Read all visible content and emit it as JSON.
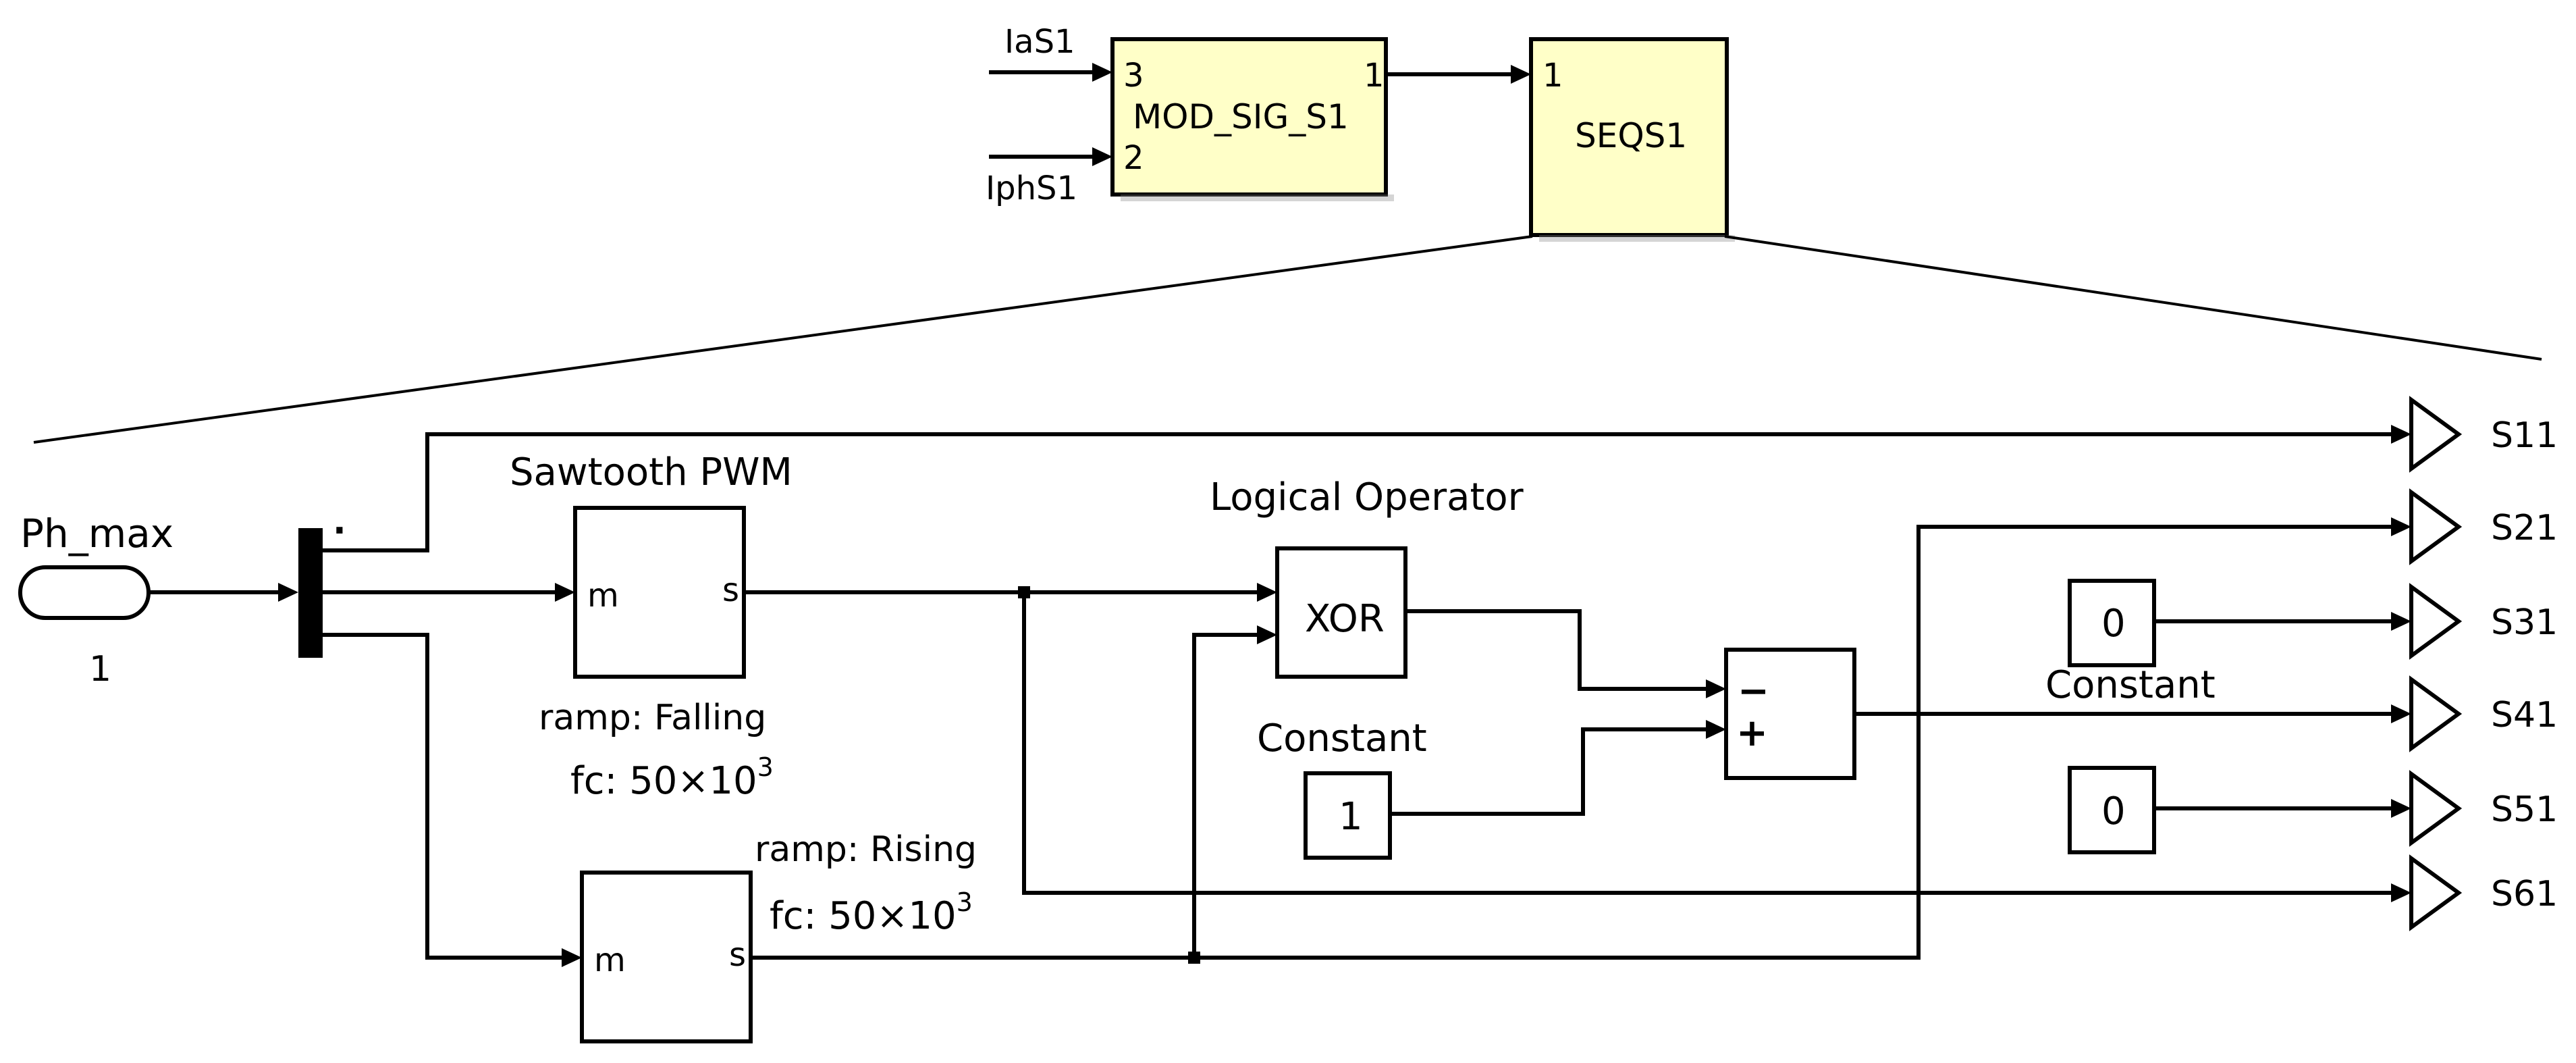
{
  "top": {
    "mod_block": {
      "name": "MOD_SIG_S1",
      "in_port_top": "3",
      "in_port_bottom": "2",
      "out_port": "1"
    },
    "seq_block": {
      "name": "SEQS1",
      "in_port": "1"
    },
    "inputs": {
      "top": "IaS1",
      "bottom": "IphS1"
    }
  },
  "sub": {
    "from_tag": {
      "name": "Ph_max",
      "index": "1"
    },
    "saw_top": {
      "title": "Sawtooth PWM",
      "port_in": "m",
      "port_out": "s",
      "ramp": "ramp: Falling",
      "fc_prefix": "fc: 50×10",
      "fc_exp": "3"
    },
    "saw_bottom": {
      "port_in": "m",
      "port_out": "s",
      "ramp": "ramp: Rising",
      "fc_prefix": "fc: 50×10",
      "fc_exp": "3"
    },
    "xor": {
      "title": "Logical Operator",
      "label": "XOR"
    },
    "sum": {
      "minus": "−",
      "plus": "+"
    },
    "const_one": {
      "title": "Constant",
      "value": "1"
    },
    "const_s31": {
      "value": "0"
    },
    "const_s51": {
      "value": "0",
      "title": "Constant"
    },
    "outputs": [
      "S11",
      "S21",
      "S31",
      "S41",
      "S51",
      "S61"
    ],
    "demux_dot": "."
  },
  "colors": {
    "block_fill": "#ffffc8",
    "line": "#000000",
    "background": "#ffffff"
  }
}
